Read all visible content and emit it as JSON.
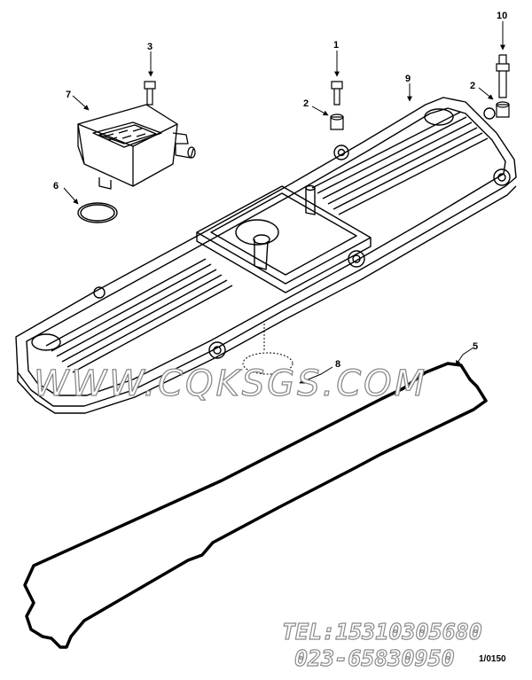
{
  "callouts": [
    {
      "label": "1",
      "part": "bolt"
    },
    {
      "label": "2",
      "part": "isolator-left"
    },
    {
      "label": "2",
      "part": "isolator-right"
    },
    {
      "label": "3",
      "part": "breather-bolt"
    },
    {
      "label": "5",
      "part": "cover-gasket"
    },
    {
      "label": "6",
      "part": "o-ring"
    },
    {
      "label": "7",
      "part": "crankcase-breather"
    },
    {
      "label": "8",
      "part": "seal-ring"
    },
    {
      "label": "9",
      "part": "valve-cover"
    },
    {
      "label": "10",
      "part": "stud"
    }
  ],
  "watermark": {
    "site": "WWW.CQKSGS.COM",
    "tel": "TEL:15310305680",
    "phone": "023-65830950"
  },
  "drawing_code": "1/0150"
}
